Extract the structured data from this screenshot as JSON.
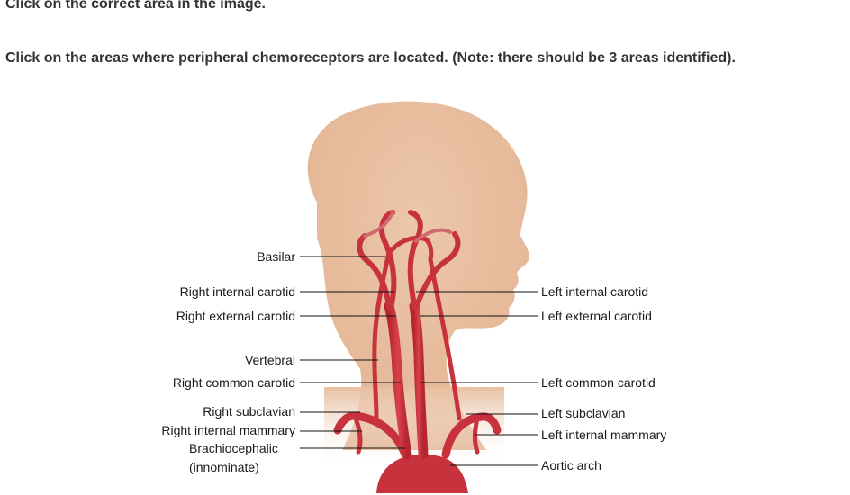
{
  "instruction": "Click on the correct area in the image.",
  "question": "Click on the areas where peripheral chemoreceptors are located. (Note: there should be 3 areas identified).",
  "labels": {
    "basilar": "Basilar",
    "right_internal_carotid": "Right internal carotid",
    "right_external_carotid": "Right external carotid",
    "vertebral": "Vertebral",
    "right_common_carotid": "Right common carotid",
    "right_subclavian": "Right subclavian",
    "right_internal_mammary": "Right internal mammary",
    "brachiocephalic_1": "Brachiocephalic",
    "brachiocephalic_2": "(innominate)",
    "left_internal_carotid": "Left internal carotid",
    "left_external_carotid": "Left external carotid",
    "left_common_carotid": "Left common carotid",
    "left_subclavian": "Left subclavian",
    "left_internal_mammary": "Left internal mammary",
    "aortic_arch": "Aortic arch"
  },
  "colors": {
    "skin": "#e8bfa0",
    "artery": "#c8323c",
    "text": "#333333"
  }
}
